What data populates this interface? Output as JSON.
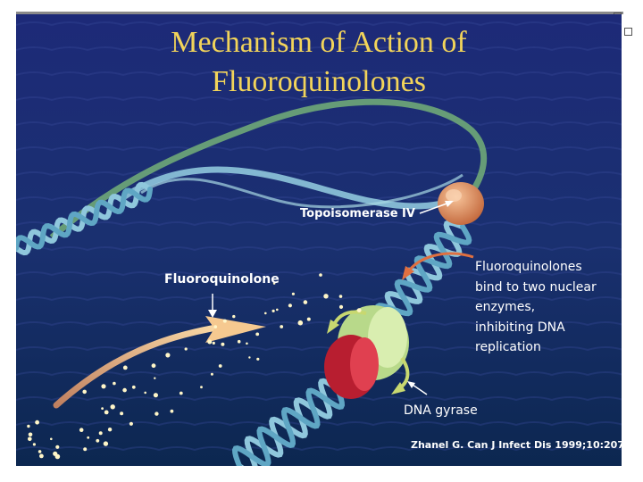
{
  "slide": {
    "title_line1": "Mechanism of Action of",
    "title_line2": "Fluoroquinolones",
    "colors": {
      "title": "#f2d45a",
      "background_top": "#1d2a78",
      "background_bottom": "#0c2750",
      "dna_strand": "#8fc7dc",
      "topoisomerase": "#d98a55",
      "gyrase_outer": "#d42a3a",
      "gyrase_inner": "#b8d98a",
      "arrow": "#e8a060",
      "drug_arrow": "#f6c990"
    }
  },
  "labels": {
    "topoisomerase": "Topoisomerase IV",
    "fluoroquinolone": "Fluoroquinolone",
    "mechanism_lines": [
      "Fluoroquinolones",
      "bind to two nuclear",
      "enzymes,",
      "inhibiting DNA",
      "replication"
    ],
    "dna_gyrase": "DNA gyrase",
    "citation": "Zhanel G. Can J Infect Dis 1999;10:207"
  }
}
